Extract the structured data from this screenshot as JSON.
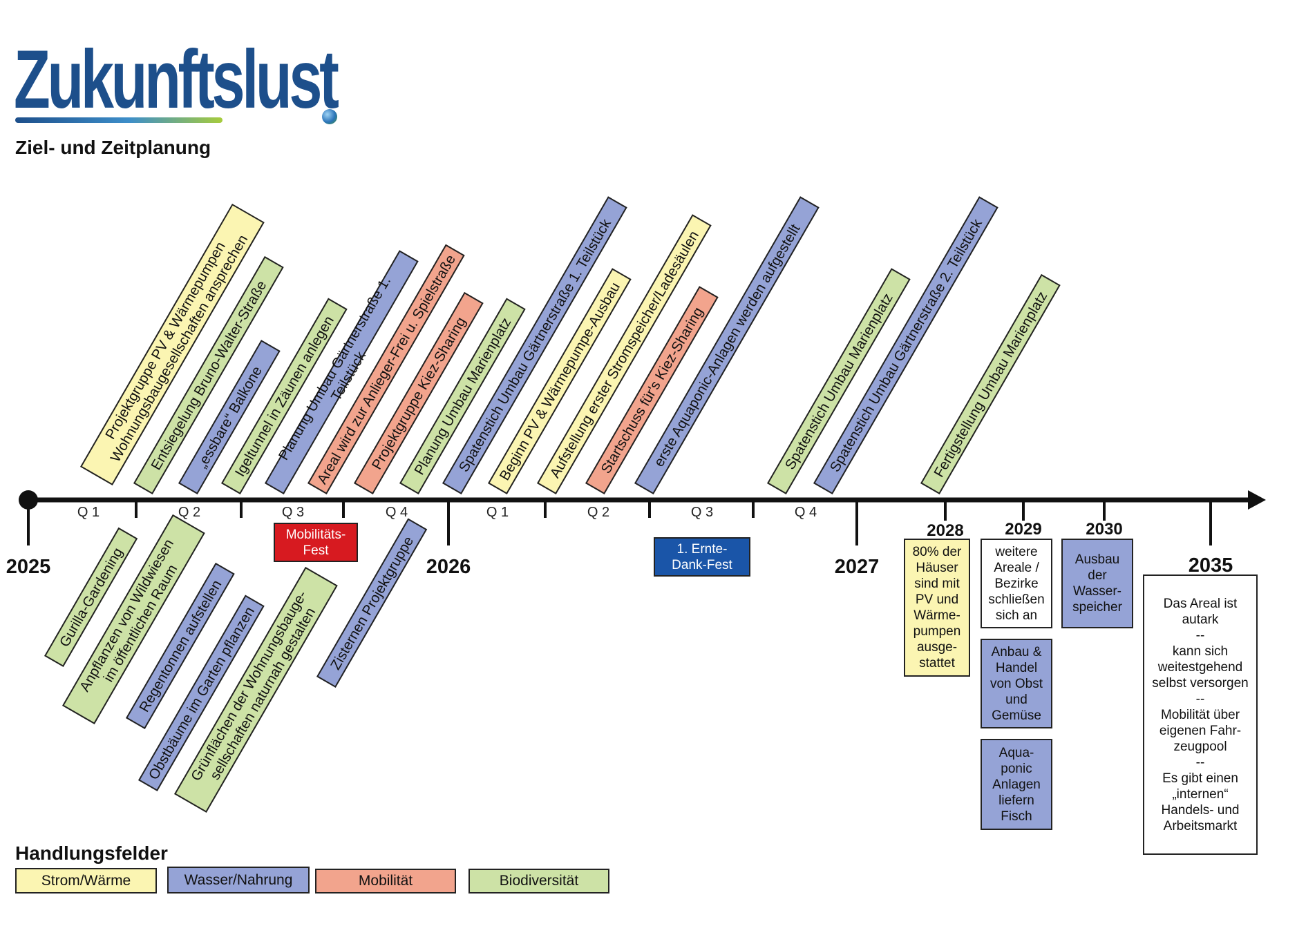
{
  "brand": {
    "logo_text": "Zukunftslust",
    "subtitle": "Ziel- und Zeitplanung"
  },
  "colors": {
    "strom": "#fbf5b2",
    "wasser": "#95a3d6",
    "mobil": "#f2a48d",
    "bio": "#cde2a6",
    "red": "#d71a20",
    "blue": "#1a55a8",
    "white": "#ffffff",
    "logo": "#1d4f8b"
  },
  "timeline": {
    "years_major": [
      "2025",
      "2026",
      "2027",
      "2028",
      "2029",
      "2030",
      "2035"
    ],
    "quarters": [
      "Q 1",
      "Q 2",
      "Q 3",
      "Q 4",
      "Q 1",
      "Q 2",
      "Q 3",
      "Q 4"
    ]
  },
  "tasks_above": [
    {
      "text": "Projektgruppe PV & Wärmepumpen\nWohnungsbaugesellschaften ansprechen",
      "field": "strom"
    },
    {
      "text": "Entsiegelung Bruno-Walter-Straße",
      "field": "bio"
    },
    {
      "text": "„essbare“ Balkone",
      "field": "wasser"
    },
    {
      "text": "Igeltunnel in Zäunen anlegen",
      "field": "bio"
    },
    {
      "text": "Planung Umbau Gärtnerstraße 1. Teilstück",
      "field": "wasser"
    },
    {
      "text": "Areal wird zur Anlieger-Frei u. Spielstraße",
      "field": "mobil"
    },
    {
      "text": "Projektgruppe Kiez-Sharing",
      "field": "mobil"
    },
    {
      "text": "Planung Umbau Marienplatz",
      "field": "bio"
    },
    {
      "text": "Spatenstich Umbau Gärtnerstraße 1. Teilstück",
      "field": "wasser"
    },
    {
      "text": "Beginn PV & Wärmepumpe-Ausbau",
      "field": "strom"
    },
    {
      "text": "Aufstellung erster Stromspeicher/Ladesäulen",
      "field": "strom"
    },
    {
      "text": "Startschuss für's Kiez-Sharing",
      "field": "mobil"
    },
    {
      "text": "erste Aquaponic-Anlagen werden aufgestellt",
      "field": "wasser"
    },
    {
      "text": "Spatenstich Umbau Marienplatz",
      "field": "bio"
    },
    {
      "text": "Spatenstich Umbau Gärtnerstraße 2. Teilstück",
      "field": "wasser"
    },
    {
      "text": "Fertigstellung Umbau Marienplatz",
      "field": "bio"
    }
  ],
  "tasks_below": [
    {
      "text": "Gurilla-Gardening",
      "field": "bio"
    },
    {
      "text": "Anpflanzen von Wildwiesen\nim öffentlichen Raum",
      "field": "bio"
    },
    {
      "text": "Regentonnen aufstellen",
      "field": "wasser"
    },
    {
      "text": "Obstbäume im Garten pflanzen",
      "field": "wasser"
    },
    {
      "text": "Grünflächen der Wohnungsbauge-\nsellschaften naturnah gestalten",
      "field": "bio"
    },
    {
      "text": "Zisternen Projektgruppe",
      "field": "wasser"
    }
  ],
  "events": [
    {
      "text": "Mobilitäts-\nFest",
      "kind": "red"
    },
    {
      "text": "1. Ernte-\nDank-Fest",
      "kind": "blue"
    }
  ],
  "milestones": [
    {
      "text": "80% der Häuser sind mit PV und Wärme-pumpen ausge-stattet",
      "field": "strom"
    },
    {
      "text": "weitere Areale / Bezirke schließen sich an",
      "field": "white"
    },
    {
      "text": "Anbau & Handel von Obst und Gemüse",
      "field": "wasser"
    },
    {
      "text": "Aqua-ponic Anlagen liefern Fisch",
      "field": "wasser"
    },
    {
      "text": "Ausbau der Wasser-speicher",
      "field": "wasser"
    },
    {
      "text": "Das Areal ist autark\n--\nkann sich weitestgehend selbst versorgen\n--\nMobilität über eigenen Fahr-zeugpool\n--\nEs gibt einen „internen“ Handels- und Arbeitsmarkt",
      "field": "white"
    }
  ],
  "legend": {
    "title": "Handlungsfelder",
    "items": [
      {
        "label": "Strom/Wärme",
        "field": "strom"
      },
      {
        "label": "Wasser/Nahrung",
        "field": "wasser"
      },
      {
        "label": "Mobilität",
        "field": "mobil"
      },
      {
        "label": "Biodiversität",
        "field": "bio"
      }
    ]
  }
}
